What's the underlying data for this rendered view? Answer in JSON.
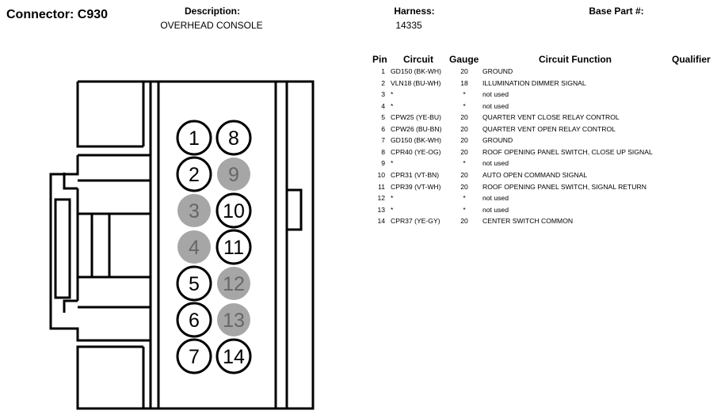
{
  "connector": {
    "label": "Connector: C930"
  },
  "header": {
    "description_label": "Description:",
    "description_value": "OVERHEAD CONSOLE",
    "harness_label": "Harness:",
    "harness_value": "14335",
    "base_part_label": "Base Part #:",
    "base_part_value": ""
  },
  "table": {
    "columns": {
      "pin": "Pin",
      "circuit": "Circuit",
      "gauge": "Gauge",
      "function": "Circuit Function",
      "qualifier": "Qualifier"
    },
    "rows": [
      {
        "pin": "1",
        "circuit": "GD150 (BK-WH)",
        "gauge": "20",
        "function": "GROUND"
      },
      {
        "pin": "2",
        "circuit": "VLN18 (BU-WH)",
        "gauge": "18",
        "function": "ILLUMINATION DIMMER SIGNAL"
      },
      {
        "pin": "3",
        "circuit": "*",
        "gauge": "*",
        "function": "not used"
      },
      {
        "pin": "4",
        "circuit": "*",
        "gauge": "*",
        "function": "not used"
      },
      {
        "pin": "5",
        "circuit": "CPW25 (YE-BU)",
        "gauge": "20",
        "function": "QUARTER VENT CLOSE RELAY CONTROL"
      },
      {
        "pin": "6",
        "circuit": "CPW26 (BU-BN)",
        "gauge": "20",
        "function": "QUARTER VENT OPEN RELAY CONTROL"
      },
      {
        "pin": "7",
        "circuit": "GD150 (BK-WH)",
        "gauge": "20",
        "function": "GROUND"
      },
      {
        "pin": "8",
        "circuit": "CPR40 (YE-OG)",
        "gauge": "20",
        "function": "ROOF OPENING PANEL SWITCH, CLOSE UP SIGNAL"
      },
      {
        "pin": "9",
        "circuit": "*",
        "gauge": "*",
        "function": "not used"
      },
      {
        "pin": "10",
        "circuit": "CPR31 (VT-BN)",
        "gauge": "20",
        "function": "AUTO OPEN COMMAND SIGNAL"
      },
      {
        "pin": "11",
        "circuit": "CPR39 (VT-WH)",
        "gauge": "20",
        "function": "ROOF OPENING PANEL SWITCH, SIGNAL RETURN"
      },
      {
        "pin": "12",
        "circuit": "*",
        "gauge": "*",
        "function": "not used"
      },
      {
        "pin": "13",
        "circuit": "*",
        "gauge": "*",
        "function": "not used"
      },
      {
        "pin": "14",
        "circuit": "CPR37 (YE-GY)",
        "gauge": "20",
        "function": "CENTER SWITCH COMMON"
      }
    ]
  },
  "pins": {
    "left_column": [
      {
        "number": "1",
        "used": true
      },
      {
        "number": "2",
        "used": true
      },
      {
        "number": "3",
        "used": false
      },
      {
        "number": "4",
        "used": false
      },
      {
        "number": "5",
        "used": true
      },
      {
        "number": "6",
        "used": true
      },
      {
        "number": "7",
        "used": true
      }
    ],
    "right_column": [
      {
        "number": "8",
        "used": true
      },
      {
        "number": "9",
        "used": false
      },
      {
        "number": "10",
        "used": true
      },
      {
        "number": "11",
        "used": true
      },
      {
        "number": "12",
        "used": false
      },
      {
        "number": "13",
        "used": false
      },
      {
        "number": "14",
        "used": true
      }
    ]
  },
  "colors": {
    "unused_pin_fill": "#a6a6a6",
    "used_pin_fill": "#ffffff",
    "stroke": "#000000"
  }
}
